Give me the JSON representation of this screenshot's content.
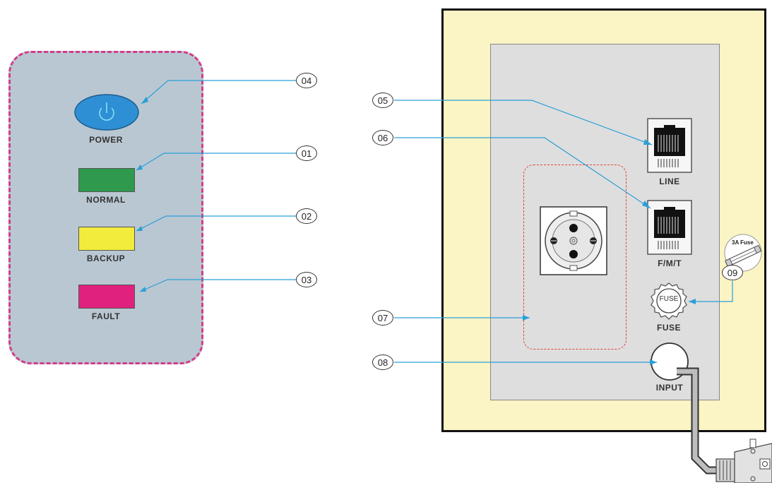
{
  "front_panel": {
    "power_label": "POWER",
    "normal_label": "NORMAL",
    "backup_label": "BACKUP",
    "fault_label": "FAULT",
    "colors": {
      "panel": "#b9c7d2",
      "panel_border": "#d23d88",
      "power_button": "#2e8fd4",
      "normal_led": "#2f9a4d",
      "backup_led": "#f2ec3c",
      "fault_led": "#e0217e"
    }
  },
  "rear_panel": {
    "line_label": "LINE",
    "fmt_label": "F/M/T",
    "fuse_label": "FUSE",
    "fuse_cap_text": "FUSE",
    "fuse_spec": "3A Fuse",
    "input_label": "INPUT",
    "colors": {
      "outer": "#fbf4c4",
      "inner": "#dedede",
      "outlet_zone_border": "#e0443c",
      "leader_line": "#2a9fd8"
    }
  },
  "callouts": {
    "c01": "01",
    "c02": "02",
    "c03": "03",
    "c04": "04",
    "c05": "05",
    "c06": "06",
    "c07": "07",
    "c08": "08",
    "c09": "09"
  }
}
